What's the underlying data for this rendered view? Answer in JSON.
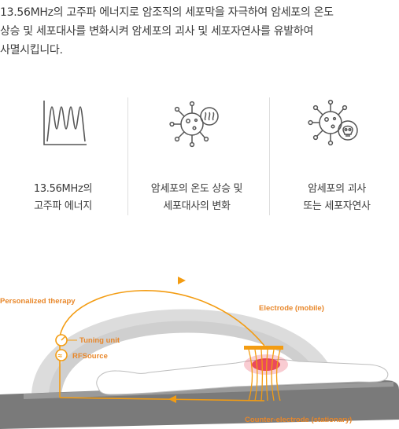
{
  "intro": {
    "text": "13.56MHz의 고주파 에너지로 암조직의 세포막을 자극하여 암세포의 온도\n상승 및 세포대사를 변화시켜 암세포의 괴사 및 세포자연사를 유발하여\n사멸시킵니다."
  },
  "features": [
    {
      "icon": "sine-wave-chart-icon",
      "label": "13.56MHz의\n고주파 에너지"
    },
    {
      "icon": "virus-heat-icon",
      "label": "암세포의 온도 상승 및\n세포대사의 변화"
    },
    {
      "icon": "virus-skull-icon",
      "label": "암세포의 괴사\n또는 세포자연사"
    }
  ],
  "diagram": {
    "labels": {
      "personalized_therapy": "Personalized therapy",
      "tuning_unit": "Tuning unit",
      "rf_source": "RFSource",
      "electrode_mobile": "Electrode (mobile)",
      "counter_electrode": "Counter-electrode (stationary)"
    },
    "colors": {
      "orange": "#f39c12",
      "label_orange": "#e8872a",
      "arc_gray": "#d7d7d7",
      "bed_gray": "#7a7a7a",
      "hot_spot": "#e8334a"
    }
  }
}
